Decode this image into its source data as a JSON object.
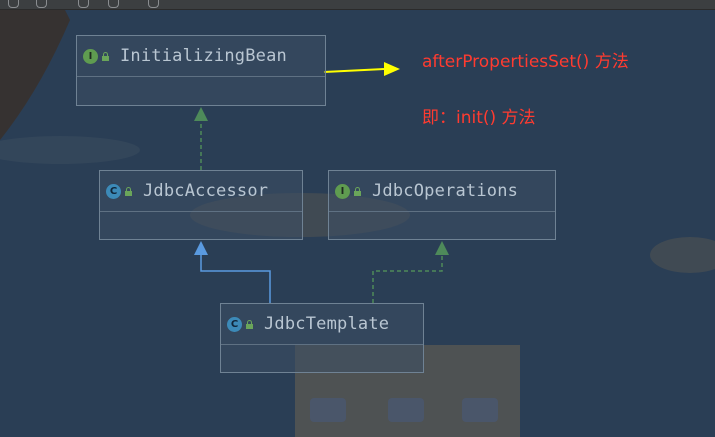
{
  "toolbar": {
    "icons": [
      "toolbar-icon-1",
      "toolbar-icon-2",
      "toolbar-icon-3",
      "toolbar-icon-4",
      "toolbar-icon-5"
    ]
  },
  "nodes": {
    "initializing_bean": {
      "name": "InitializingBean",
      "kind": "I",
      "kind_type": "interface"
    },
    "jdbc_accessor": {
      "name": "JdbcAccessor",
      "kind": "C",
      "kind_type": "abstract-class"
    },
    "jdbc_operations": {
      "name": "JdbcOperations",
      "kind": "I",
      "kind_type": "interface"
    },
    "jdbc_template": {
      "name": "JdbcTemplate",
      "kind": "C",
      "kind_type": "class"
    }
  },
  "annotations": {
    "method": "afterPropertiesSet() 方法",
    "alias": "即：init() 方法"
  },
  "colors": {
    "background": "#2a3e55",
    "implements_edge": "#4e8a5a",
    "extends_edge": "#5a9ae0",
    "annotation_text": "#ff3b30",
    "annotation_arrow": "#ffff00"
  }
}
